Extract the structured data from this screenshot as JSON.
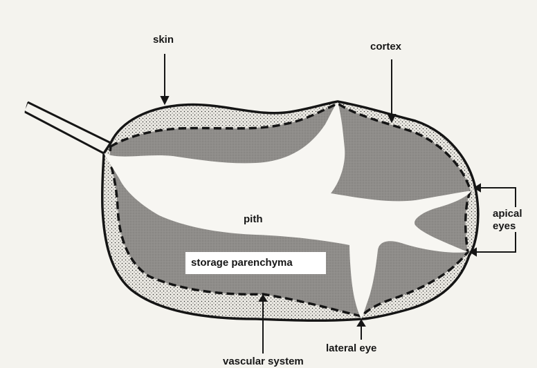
{
  "labels": {
    "skin": "skin",
    "cortex": "cortex",
    "apical_line1": "apical",
    "apical_line2": "eyes",
    "pith": "pith",
    "storage": "storage parenchyma",
    "lateral_eye": "lateral eye",
    "vascular_system": "vascular system"
  },
  "colors": {
    "background": "#f4f3ee",
    "cortex": "#e9e7e1",
    "storage_parenchyma": "#8f8d8a",
    "pith": "#f7f6f2",
    "outline": "#151515"
  }
}
